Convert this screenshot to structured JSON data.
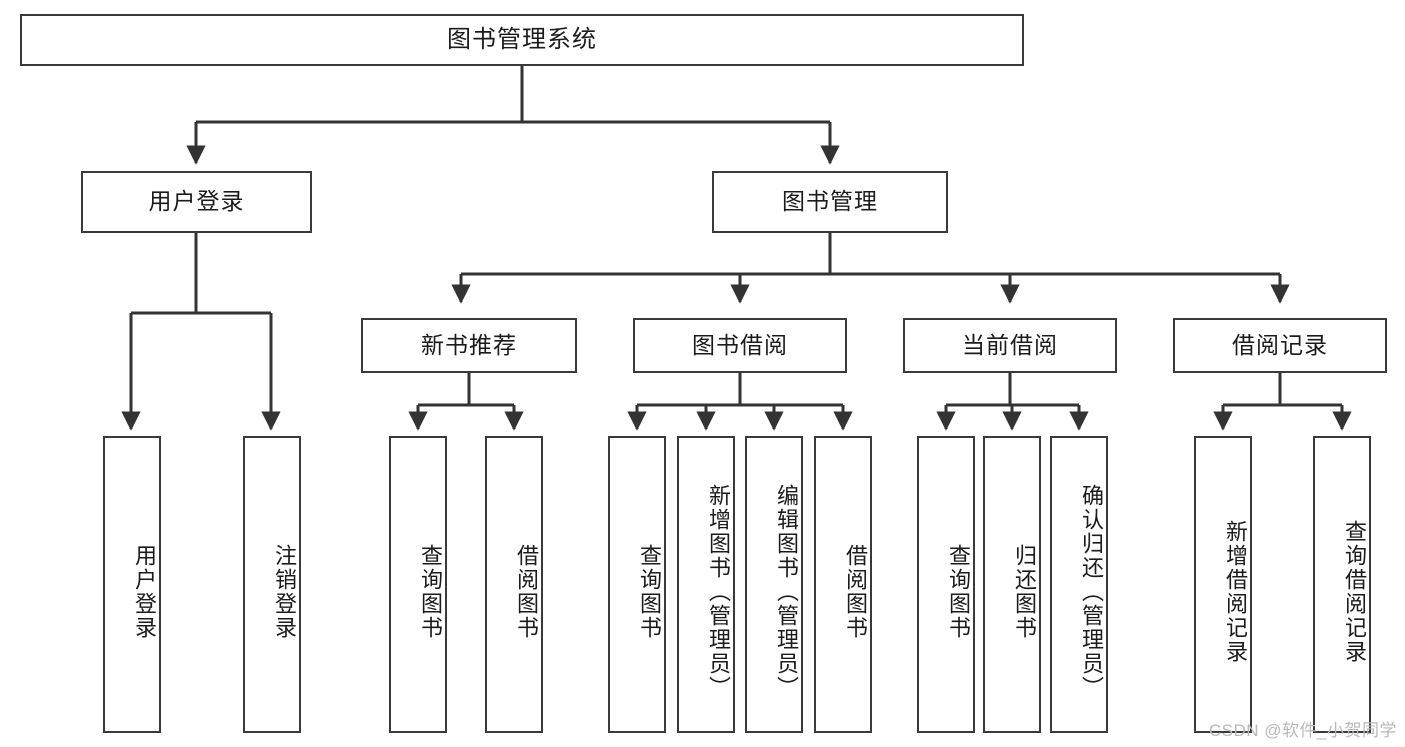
{
  "diagram": {
    "title": "图书管理系统",
    "type": "tree-hierarchy-diagram",
    "colors": {
      "box_border": "#3a3a3a",
      "box_fill": "#ffffff",
      "connector": "#333333",
      "text": "#1b1b1b",
      "watermark": "#b9b9b9",
      "background": "#ffffff"
    },
    "root": {
      "label": "图书管理系统"
    },
    "level2": [
      {
        "label": "用户登录"
      },
      {
        "label": "图书管理"
      }
    ],
    "level3": [
      {
        "label": "新书推荐"
      },
      {
        "label": "图书借阅"
      },
      {
        "label": "当前借阅"
      },
      {
        "label": "借阅记录"
      }
    ],
    "leaves": {
      "user_login": [
        {
          "label": "用户登录"
        },
        {
          "label": "注销登录"
        }
      ],
      "new_book_recommend": [
        {
          "label": "查询图书"
        },
        {
          "label": "借阅图书"
        }
      ],
      "book_borrow": [
        {
          "label": "查询图书"
        },
        {
          "label": "新增图书（管理员）"
        },
        {
          "label": "编辑图书（管理员）"
        },
        {
          "label": "借阅图书"
        }
      ],
      "current_borrow": [
        {
          "label": "查询图书"
        },
        {
          "label": "归还图书"
        },
        {
          "label": "确认归还（管理员）"
        }
      ],
      "borrow_record": [
        {
          "label": "新增借阅记录"
        },
        {
          "label": "查询借阅记录"
        }
      ]
    }
  },
  "watermark": {
    "text": "CSDN @软件_小贺同学"
  }
}
